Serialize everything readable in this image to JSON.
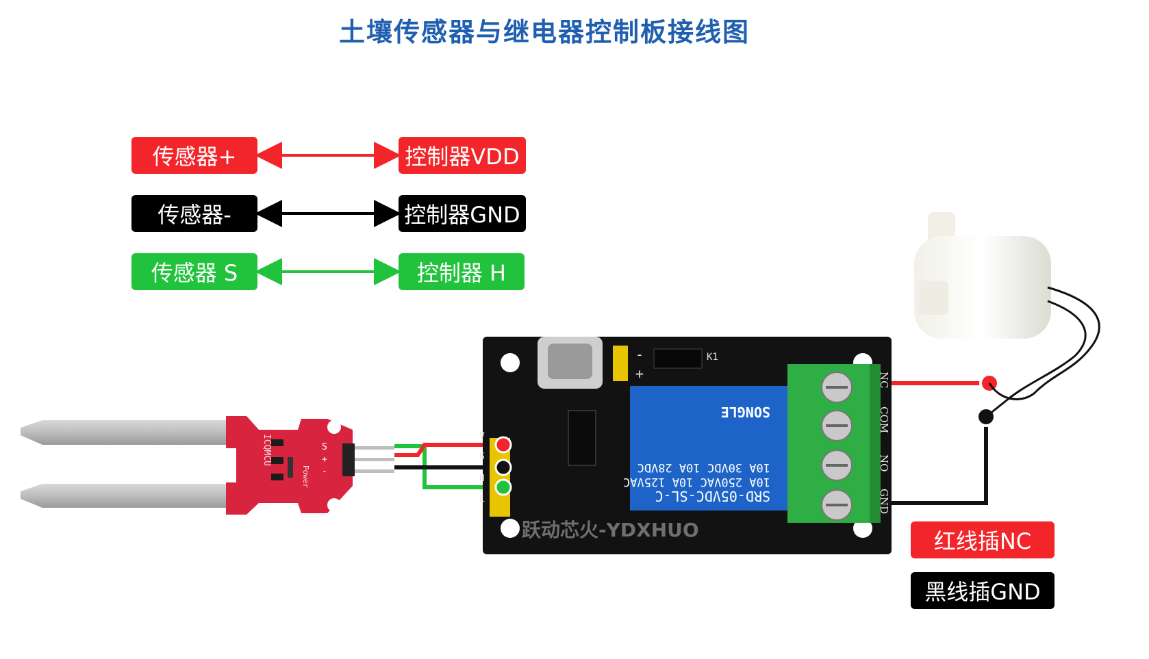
{
  "title": "土壤传感器与继电器控制板接线图",
  "wiring_legend": [
    {
      "left": "传感器+",
      "right": "控制器VDD",
      "color": "#f2252a"
    },
    {
      "left": "传感器-",
      "right": "控制器GND",
      "color": "#000000"
    },
    {
      "left": "传感器 S",
      "right": "控制器 H",
      "color": "#21c33c"
    }
  ],
  "pump_legend": [
    {
      "label": "红线插NC",
      "color": "#f2252a"
    },
    {
      "label": "黑线插GND",
      "color": "#000000"
    }
  ],
  "board": {
    "brand": "跃动芯火-YDXHUO",
    "relay_lines": [
      "SRD-05VDC-SL-C",
      "10A 250VAC  10A 125VAC",
      "10A 30VDC  10A 28VDC"
    ],
    "relay_brand": "SONGLE",
    "terminals": [
      "NC",
      "COM",
      "NO",
      "GND"
    ],
    "header_pins": [
      "V",
      "G",
      "H",
      "L"
    ],
    "jumper_marks": [
      "-",
      "+"
    ],
    "relay_ref": "K1"
  },
  "sensor": {
    "label": "ICQMCU",
    "pins": [
      "S",
      "+",
      "-"
    ],
    "power_label": "Power"
  }
}
